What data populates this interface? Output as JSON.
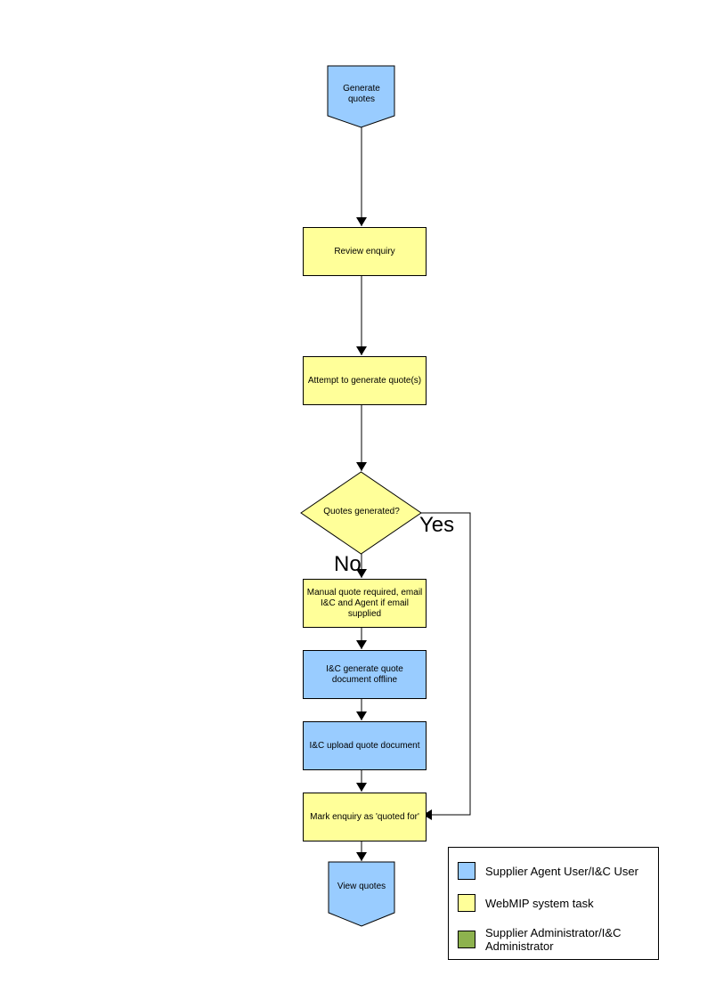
{
  "colors": {
    "blue": "#99CCFF",
    "yellow": "#FFFF99",
    "green": "#8DB24E",
    "line": "#000000"
  },
  "flowchart": {
    "nodes": {
      "generate_quotes": "Generate quotes",
      "review_enquiry": "Review enquiry",
      "attempt_generate": "Attempt to generate quote(s)",
      "quotes_generated": "Quotes generated?",
      "manual_quote": "Manual quote required, email I&C and Agent if email supplied",
      "ic_generate_offline": "I&C generate quote document offline",
      "ic_upload": "I&C upload quote document",
      "mark_enquiry": "Mark enquiry as 'quoted for'",
      "view_quotes": "View quotes"
    },
    "edge_labels": {
      "yes": "Yes",
      "no": "No"
    }
  },
  "legend": {
    "items": [
      {
        "label": "Supplier Agent User/I&C User",
        "color": "#99CCFF"
      },
      {
        "label": "WebMIP system task",
        "color": "#FFFF99"
      },
      {
        "label": "Supplier Administrator/I&C Administrator",
        "color": "#8DB24E"
      }
    ]
  }
}
